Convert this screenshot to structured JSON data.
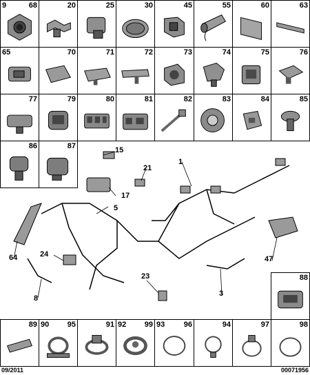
{
  "grid_rows": [
    [
      {
        "left": "9",
        "right": "68",
        "icon": "threaded-nut-icon"
      },
      {
        "left": "",
        "right": "20",
        "icon": "bracket-clip-icon"
      },
      {
        "left": "",
        "right": "25",
        "icon": "connector-block-icon"
      },
      {
        "left": "",
        "right": "30",
        "icon": "textured-pad-icon"
      },
      {
        "left": "",
        "right": "45",
        "icon": "bracket-clip-icon"
      },
      {
        "left": "",
        "right": "55",
        "icon": "sleeve-tube-icon"
      },
      {
        "left": "",
        "right": "60",
        "icon": "foam-pad-icon"
      },
      {
        "left": "",
        "right": "63",
        "icon": "channel-strip-icon"
      }
    ],
    [
      {
        "left": "65",
        "right": "",
        "icon": "connector-block-icon"
      },
      {
        "left": "",
        "right": "70",
        "icon": "channel-strip-icon"
      },
      {
        "left": "",
        "right": "71",
        "icon": "channel-strip-icon"
      },
      {
        "left": "",
        "right": "72",
        "icon": "channel-strip-icon"
      },
      {
        "left": "",
        "right": "73",
        "icon": "bracket-clip-icon"
      },
      {
        "left": "",
        "right": "74",
        "icon": "connector-block-icon"
      },
      {
        "left": "",
        "right": "75",
        "icon": "connector-block-icon"
      },
      {
        "left": "",
        "right": "76",
        "icon": "bracket-clip-icon"
      }
    ],
    [
      {
        "left": "77",
        "right": "",
        "icon": "connector-block-icon"
      },
      {
        "left": "",
        "right": "79",
        "icon": "connector-block-icon"
      },
      {
        "left": "",
        "right": "80",
        "icon": "connector-block-icon"
      },
      {
        "left": "",
        "right": "81",
        "icon": "connector-block-icon"
      },
      {
        "left": "",
        "right": "82",
        "icon": "cable-tie-icon"
      },
      {
        "left": "",
        "right": "83",
        "icon": "grommet-icon"
      },
      {
        "left": "",
        "right": "84",
        "icon": "square-clip-icon"
      },
      {
        "left": "",
        "right": "85",
        "icon": "push-clip-icon"
      }
    ],
    [
      {
        "left": "",
        "right": "86",
        "icon": "connector-block-icon"
      },
      {
        "left": "",
        "right": "87",
        "icon": "connector-block-icon"
      }
    ],
    [
      {
        "left": "",
        "right": "88",
        "icon": "connector-block-icon"
      }
    ],
    [
      {
        "left": "",
        "right": "89",
        "icon": "channel-strip-icon"
      },
      {
        "left": "90",
        "right": "95",
        "icon": "strap-clamp-icon"
      },
      {
        "left": "",
        "right": "91",
        "icon": "strap-clamp-icon"
      },
      {
        "left": "92",
        "right": "99",
        "icon": "strap-clamp-icon"
      },
      {
        "left": "93",
        "right": "96",
        "icon": "cable-tie-loop-icon"
      },
      {
        "left": "",
        "right": "94",
        "icon": "cable-tie-loop-icon"
      },
      {
        "left": "",
        "right": "97",
        "icon": "cable-tie-loop-icon"
      },
      {
        "left": "",
        "right": "98",
        "icon": "cable-tie-loop-icon"
      }
    ]
  ],
  "callouts": [
    "1",
    "3",
    "5",
    "8",
    "15",
    "17",
    "21",
    "23",
    "24",
    "47",
    "64"
  ],
  "footer": {
    "date": "09/2011",
    "ref": "00071956"
  },
  "colors": {
    "line": "#000000",
    "part_fill": "#9a9a9a",
    "part_dark": "#4a4a4a",
    "background": "#ffffff"
  }
}
